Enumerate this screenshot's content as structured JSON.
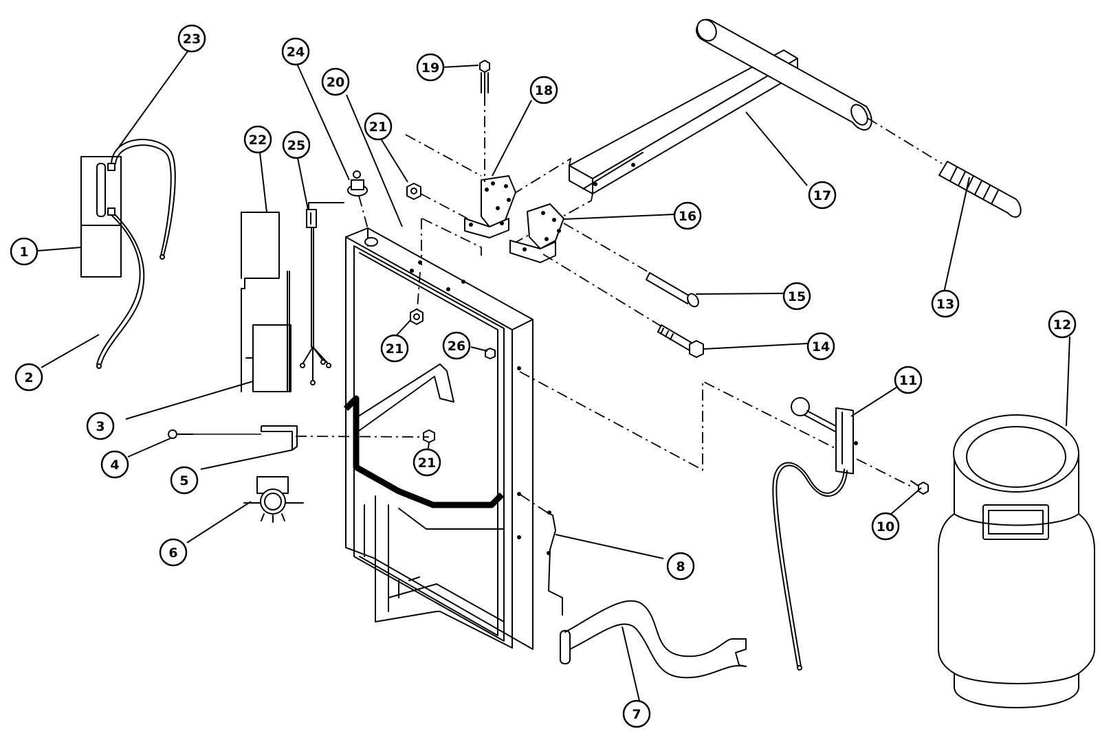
{
  "diagram": {
    "callouts": [
      {
        "id": "c1",
        "label": "1"
      },
      {
        "id": "c2",
        "label": "2"
      },
      {
        "id": "c3",
        "label": "3"
      },
      {
        "id": "c4",
        "label": "4"
      },
      {
        "id": "c5",
        "label": "5"
      },
      {
        "id": "c6",
        "label": "6"
      },
      {
        "id": "c7",
        "label": "7"
      },
      {
        "id": "c8",
        "label": "8"
      },
      {
        "id": "c10",
        "label": "10"
      },
      {
        "id": "c11",
        "label": "11"
      },
      {
        "id": "c12",
        "label": "12"
      },
      {
        "id": "c13",
        "label": "13"
      },
      {
        "id": "c14",
        "label": "14"
      },
      {
        "id": "c15",
        "label": "15"
      },
      {
        "id": "c16",
        "label": "16"
      },
      {
        "id": "c17",
        "label": "17"
      },
      {
        "id": "c18",
        "label": "18"
      },
      {
        "id": "c19",
        "label": "19"
      },
      {
        "id": "c20",
        "label": "20"
      },
      {
        "id": "c21a",
        "label": "21"
      },
      {
        "id": "c21b",
        "label": "21"
      },
      {
        "id": "c21c",
        "label": "21"
      },
      {
        "id": "c22",
        "label": "22"
      },
      {
        "id": "c23",
        "label": "23"
      },
      {
        "id": "c24",
        "label": "24"
      },
      {
        "id": "c25",
        "label": "25"
      },
      {
        "id": "c26",
        "label": "26"
      }
    ]
  }
}
